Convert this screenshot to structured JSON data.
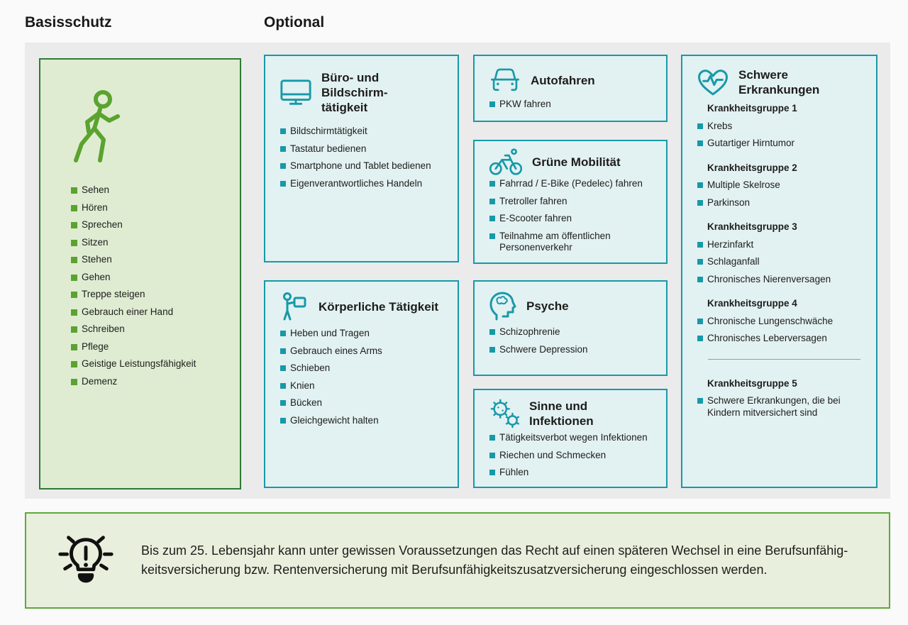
{
  "headers": {
    "basis": "Basisschutz",
    "optional": "Optional"
  },
  "basis_card": {
    "icon": "walking-person-icon",
    "items": [
      "Sehen",
      "Hören",
      "Sprechen",
      "Sitzen",
      "Stehen",
      "Gehen",
      "Treppe steigen",
      "Gebrauch einer Hand",
      "Schreiben",
      "Pflege",
      "Geistige Leistungsfähigkeit",
      "Demenz"
    ]
  },
  "cards": {
    "buero": {
      "icon": "monitor-icon",
      "title_lines": [
        "Büro- und Bildschirm-",
        "tätigkeit"
      ],
      "items": [
        "Bildschirmtätigkeit",
        "Tastatur bedienen",
        "Smartphone und Tablet bedienen",
        "Eigenverantwortliches Handeln"
      ]
    },
    "koerper": {
      "icon": "person-carrying-box-icon",
      "title": "Körperliche Tätigkeit",
      "items": [
        "Heben und Tragen",
        "Gebrauch eines Arms",
        "Schieben",
        "Knien",
        "Bücken",
        "Gleichgewicht halten"
      ]
    },
    "auto": {
      "icon": "car-icon",
      "title": "Autofahren",
      "items": [
        "PKW fahren"
      ]
    },
    "mobilitaet": {
      "icon": "bicycle-icon",
      "title": "Grüne Mobilität",
      "items": [
        "Fahrrad / E-Bike (Pedelec) fahren",
        "Tretroller fahren",
        "E-Scooter fahren",
        "Teilnahme am öffentlichen Personenverkehr"
      ]
    },
    "psyche": {
      "icon": "head-brain-icon",
      "title": "Psyche",
      "items": [
        "Schizophrenie",
        "Schwere Depression"
      ]
    },
    "sinne": {
      "icon": "germs-icon",
      "title": "Sinne und Infektionen",
      "items": [
        "Tätigkeitsverbot wegen Infektionen",
        "Riechen und Schmecken",
        "Fühlen"
      ]
    },
    "erkrankungen": {
      "icon": "heart-pulse-icon",
      "title": "Schwere Erkrankungen",
      "groups": [
        {
          "label": "Krankheitsgruppe 1",
          "items": [
            "Krebs",
            "Gutartiger Hirntumor"
          ]
        },
        {
          "label": "Krankheitsgruppe 2",
          "items": [
            "Multiple Skelrose",
            "Parkinson"
          ]
        },
        {
          "label": "Krankheitsgruppe 3",
          "items": [
            "Herzinfarkt",
            "Schlaganfall",
            "Chronisches Nierenversagen"
          ]
        },
        {
          "label": "Krankheitsgruppe 4",
          "items": [
            "Chronische Lungenschwäche",
            "Chronisches Leberversagen"
          ]
        },
        {
          "label": "Krankheitsgruppe 5",
          "items": [
            "Schwere Erkrankungen, die bei Kindern mitversichert sind"
          ]
        }
      ]
    }
  },
  "note": {
    "icon": "lightbulb-icon",
    "lines": [
      "Bis zum 25. Lebensjahr kann unter gewissen Voraussetzungen das Recht auf einen späteren Wechsel in eine Berufsunfähig-",
      "keitsversicherung bzw. Rentenversicherung mit Berufsunfähigkeitszusatzversicherung eingeschlossen werden."
    ]
  },
  "colors": {
    "teal_accent": "#1799a8",
    "teal_card_bg": "#e2f1f2",
    "green_dark_border": "#2e7b33",
    "green_card_bg": "#dfecd2",
    "green_accent": "#5ba32f",
    "note_border": "#5fa83c",
    "note_bg": "#e8efdc",
    "panel_bg": "#ebebeb",
    "page_bg": "#fafafa",
    "text": "#1d1d1b"
  }
}
